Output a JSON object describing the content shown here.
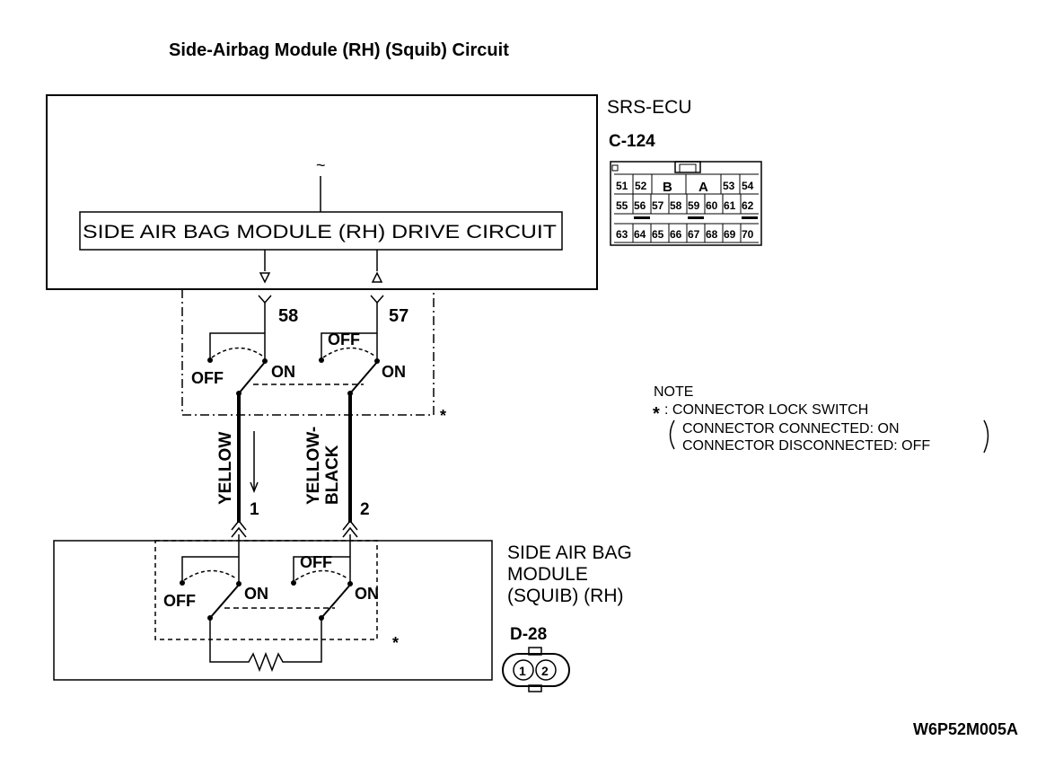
{
  "title": "Side-Airbag Module (RH) (Squib) Circuit",
  "ecu": {
    "name": "SRS-ECU",
    "connector": "C-124",
    "drive_circuit_label": "SIDE AIR BAG MODULE (RH)  DRIVE CIRCUIT",
    "tilde": "~",
    "pin_a": "58",
    "pin_b": "57",
    "pinout": {
      "row1": [
        "51",
        "52",
        "B",
        "A",
        "53",
        "54"
      ],
      "row2": [
        "55",
        "56",
        "57",
        "58",
        "59",
        "60",
        "61",
        "62"
      ],
      "row3": [
        "63",
        "64",
        "65",
        "66",
        "67",
        "68",
        "69",
        "70"
      ]
    }
  },
  "switch_labels": {
    "off": "OFF",
    "on": "ON",
    "star": "*"
  },
  "wires": {
    "wire1_color": "YELLOW",
    "wire2_color_line1": "YELLOW-",
    "wire2_color_line2": "BLACK",
    "wire1_pin": "1",
    "wire2_pin": "2"
  },
  "module": {
    "line1": "SIDE AIR BAG",
    "line2": "MODULE",
    "line3": "(SQUIB) (RH)",
    "connector": "D-28",
    "pin1": "1",
    "pin2": "2"
  },
  "note": {
    "heading": "NOTE",
    "line1": ": CONNECTOR LOCK SWITCH",
    "line2": "CONNECTOR CONNECTED: ON",
    "line3": "CONNECTOR DISCONNECTED: OFF"
  },
  "figure_code": "W6P52M005A"
}
